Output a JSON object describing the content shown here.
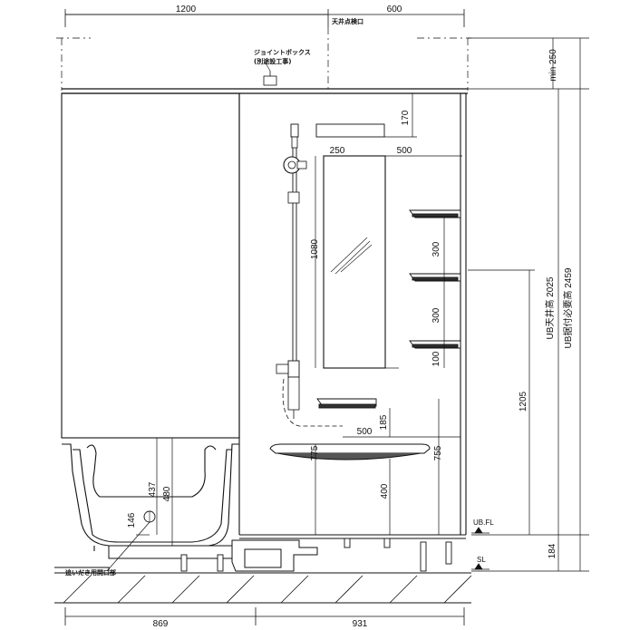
{
  "dimensions": {
    "top_width_left": "1200",
    "top_width_right": "600",
    "bottom_width_left": "869",
    "bottom_width_right": "931",
    "min_ceiling_space": "min 250",
    "ceiling_opening_offset": "170",
    "mirror_offset": "250",
    "mirror_width": "500",
    "mirror_height": "1080",
    "shelf_spacing_1": "300",
    "shelf_spacing_2": "300",
    "shelf_gap": "100",
    "counter_height": "1205",
    "faucet_height": "185",
    "counter_width": "500",
    "bench_height": "775",
    "wall_bench": "755",
    "tub_depth": "437",
    "tub_height": "480",
    "inner_bottom": "400",
    "drain_offset": "146",
    "floor_height": "184"
  },
  "labels": {
    "ceiling_inspection": "天井点検口",
    "joint_box": "ジョイントボックス",
    "joint_box_sub": "(別途設工事)",
    "ub_ceiling_height": "UB天井高 2025",
    "ub_install_height": "UB据付必要高 2459",
    "ub_fl": "UB.FL",
    "sl": "SL",
    "drain_opening": "追いだき用開口部"
  }
}
